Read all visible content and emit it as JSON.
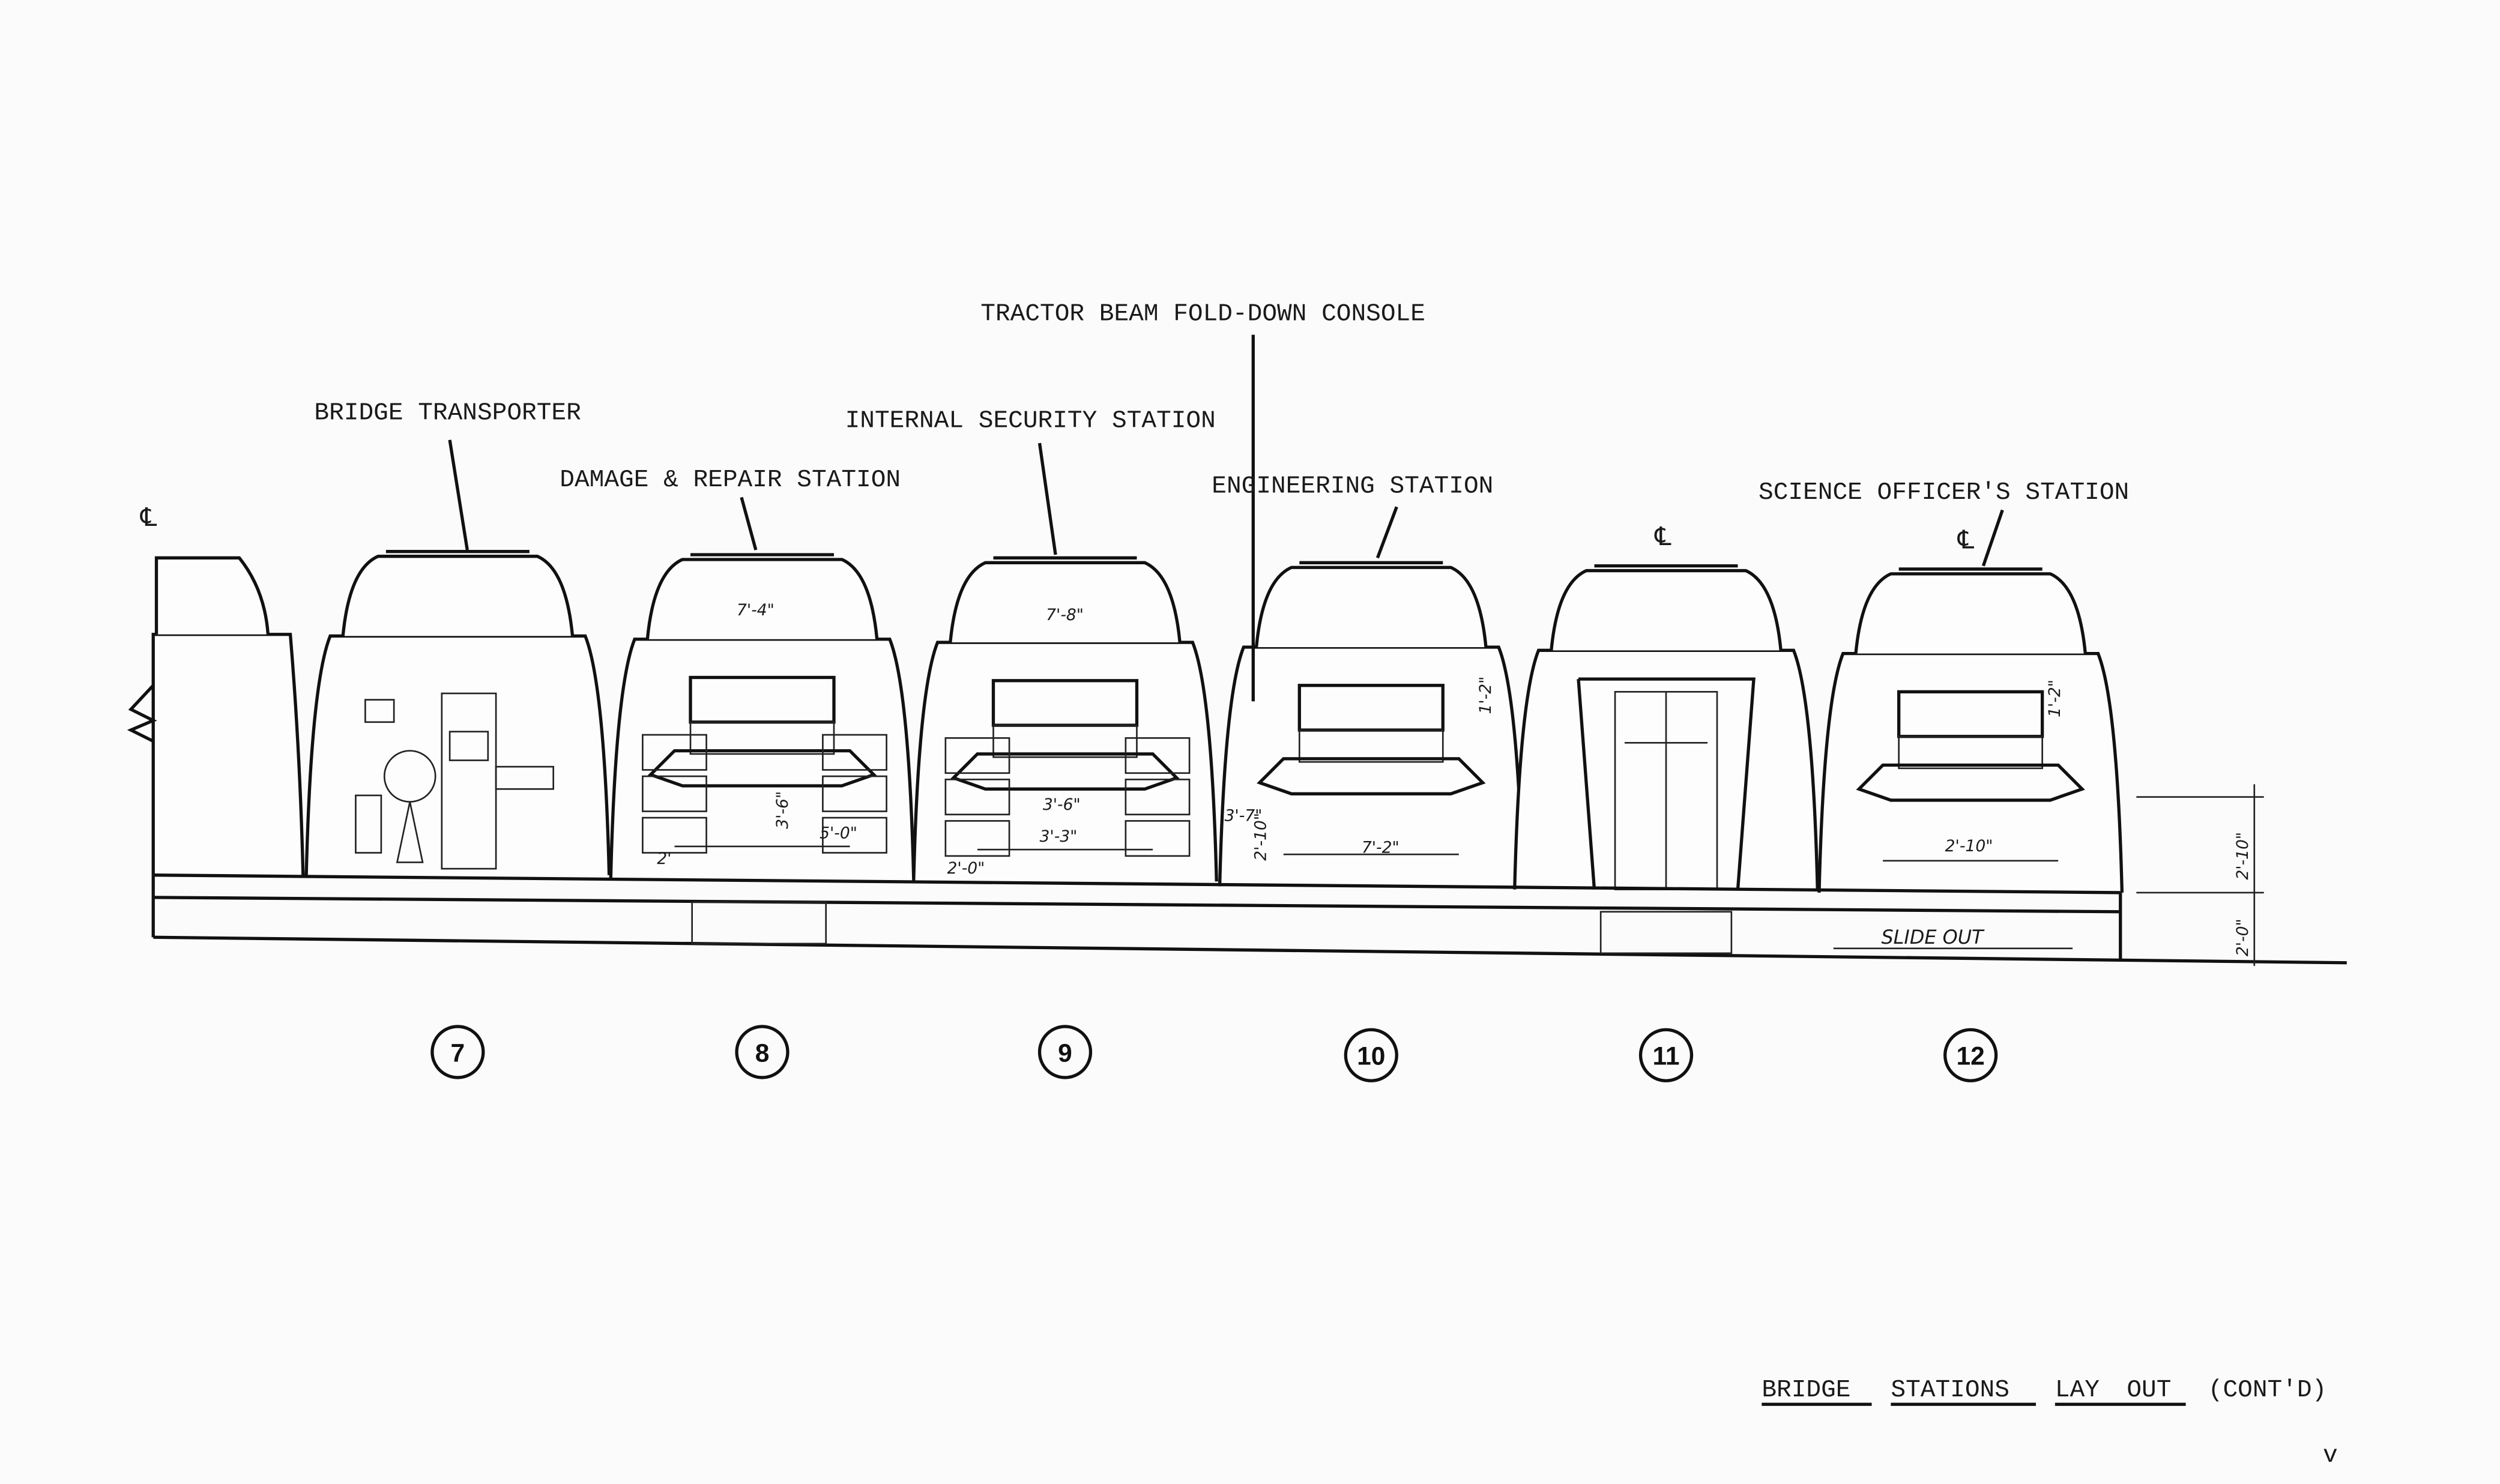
{
  "labels": {
    "bridge_transporter": "BRIDGE TRANSPORTER",
    "damage_repair": "DAMAGE & REPAIR STATION",
    "internal_security": "INTERNAL SECURITY STATION",
    "tractor_beam": "TRACTOR BEAM FOLD-DOWN CONSOLE",
    "engineering": "ENGINEERING STATION",
    "science_officer": "SCIENCE OFFICER'S STATION"
  },
  "stations": [
    "7",
    "8",
    "9",
    "10",
    "11",
    "12"
  ],
  "dimensions": {
    "s8_width": "7'-4\"",
    "s8_height": "3'-6\"",
    "s8_desk": "5'-0\"",
    "s8_side": "2'",
    "s9_width": "7'-8\"",
    "s9_height": "3'-6\"",
    "s9_desk": "3'-3\"",
    "s9_side": "2'-0\"",
    "s10_total": "3'-7\"",
    "s10_desk_h": "2'-10\"",
    "s10_width": "7'-2\"",
    "s10_panel": "1'-2\"",
    "s12_desk_h": "2'-10\"",
    "s12_panel": "1'-2\"",
    "right_upper": "2'-10\"",
    "right_lower": "2'-0\"",
    "slide_out": "SLIDE OUT"
  },
  "centerline_symbol": "℄",
  "footer": {
    "title_words": [
      "BRIDGE",
      "STATIONS",
      "LAY",
      "OUT"
    ],
    "title_suffix": "(CONT'D)",
    "page": "v"
  }
}
